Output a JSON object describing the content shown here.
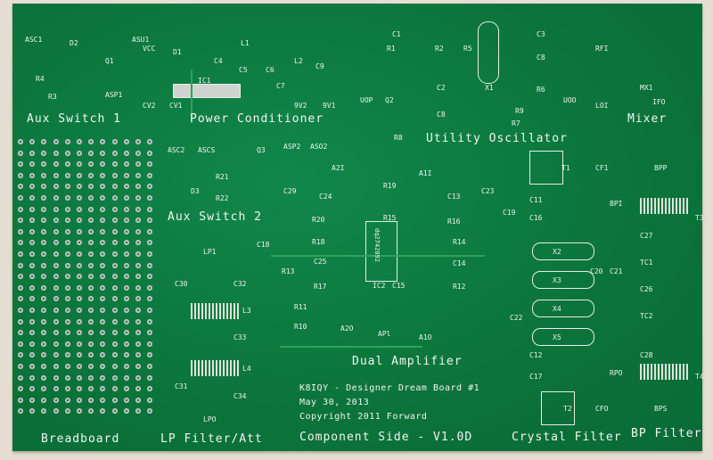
{
  "board": {
    "colors": {
      "board": "#0c7a3c",
      "silkscreen": "#f2f4f0",
      "background": "#e6ddd3"
    },
    "sections": {
      "aux_switch_1": "Aux Switch 1",
      "power_conditioner": "Power Conditioner",
      "utility_oscillator": "Utility Oscillator",
      "mixer": "Mixer",
      "aux_switch_2": "Aux Switch 2",
      "dual_amplifier": "Dual Amplifier",
      "breadboard": "Breadboard",
      "lp_filter": "LP Filter/Att",
      "component_side": "Component Side - V1.0D",
      "crystal_filter": "Crystal Filter",
      "bp_filter": "BP Filter"
    },
    "info": {
      "line1": "K8IQY - Designer Dream Board #1",
      "line2": "May 30, 2013",
      "line3": "Copyright 2011 Forward"
    },
    "components": [
      "ASC1",
      "D2",
      "Q1",
      "ASU1",
      "R4",
      "R3",
      "ASP1",
      "VCC",
      "D1",
      "C4",
      "L1",
      "C5",
      "C6",
      "L2",
      "C9",
      "IC1",
      "C7",
      "CV2",
      "CV1",
      "9V2",
      "9V1",
      "R1",
      "C1",
      "R2",
      "R5",
      "C3",
      "C8",
      "X1",
      "R6",
      "R9",
      "R7",
      "C2",
      "C8",
      "R8",
      "Q2",
      "UOP",
      "UOO",
      "RFI",
      "MX1",
      "LOI",
      "IFO",
      "ASC2",
      "ASCS",
      "Q3",
      "ASP2",
      "ASO2",
      "D3",
      "R21",
      "R22",
      "C29",
      "A2I",
      "C24",
      "R19",
      "R15",
      "A1I",
      "C13",
      "C23",
      "R20",
      "R16",
      "R18",
      "R14",
      "C25",
      "C14",
      "R17",
      "R12",
      "IC2",
      "C15",
      "R13",
      "C18",
      "LP1",
      "C32",
      "C30",
      "L3",
      "C33",
      "L4",
      "C31",
      "C34",
      "LPO",
      "R11",
      "R10",
      "A2O",
      "APl",
      "A1O",
      "C19",
      "C16",
      "C11",
      "X2",
      "X3",
      "X4",
      "X5",
      "C20",
      "C21",
      "C22",
      "C17",
      "C12",
      "T1",
      "CF1",
      "BPI",
      "BPP",
      "T3",
      "C27",
      "TC1",
      "C26",
      "TC2",
      "C28",
      "RPO",
      "T4",
      "CFO",
      "T2",
      "BPS"
    ],
    "ic2_marking": "dq2742092"
  }
}
